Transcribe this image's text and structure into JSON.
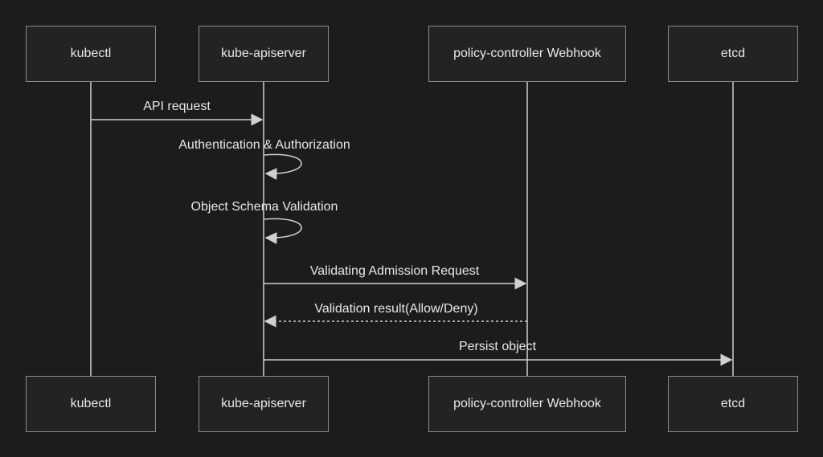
{
  "participants": [
    {
      "id": "kubectl",
      "label": "kubectl"
    },
    {
      "id": "apiserver",
      "label": "kube-apiserver"
    },
    {
      "id": "webhook",
      "label": "policy-controller Webhook"
    },
    {
      "id": "etcd",
      "label": "etcd"
    }
  ],
  "messages": [
    {
      "id": "api-request",
      "label": "API request",
      "style": "solid"
    },
    {
      "id": "authn-authz",
      "label": "Authentication & Authorization",
      "style": "self"
    },
    {
      "id": "schema-validation",
      "label": "Object Schema Validation",
      "style": "self"
    },
    {
      "id": "admission-request",
      "label": "Validating Admission Request",
      "style": "solid"
    },
    {
      "id": "validation-result",
      "label": "Validation result(Allow/Deny)",
      "style": "dashed"
    },
    {
      "id": "persist",
      "label": "Persist object",
      "style": "solid"
    }
  ],
  "colors": {
    "background": "#1c1c1e",
    "box_fill": "#232325",
    "box_border": "#8a8a8a",
    "line": "#d0d0d0",
    "text": "#e8e8e8"
  }
}
